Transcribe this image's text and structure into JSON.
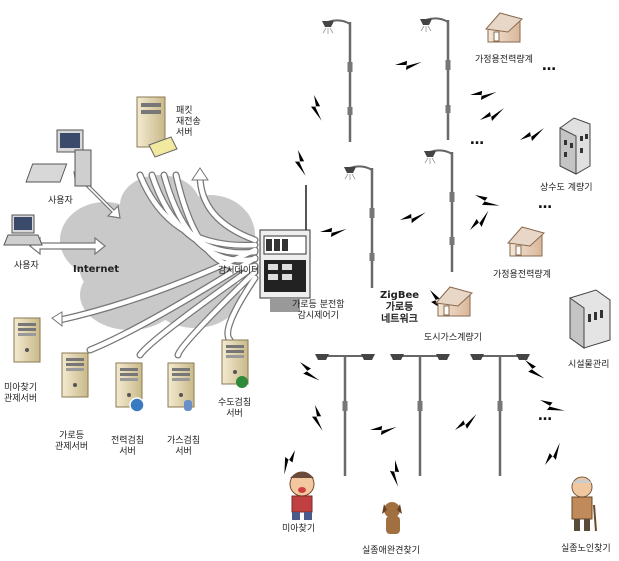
{
  "labels": {
    "packet_server": [
      "패킷",
      "재전송",
      "서버"
    ],
    "user1": "사용자",
    "user2": "사용자",
    "internet": "Internet",
    "monitor_data": "감시데이터",
    "controller": [
      "가로등 분전함",
      "감시제어기"
    ],
    "zigbee": [
      "ZigBee",
      "가로등",
      "네트워크"
    ],
    "missing_child_server": [
      "미아찾기",
      "관제서버"
    ],
    "streetlight_server": [
      "가로등",
      "관제서버"
    ],
    "power_server": [
      "전력검침",
      "서버"
    ],
    "gas_server": [
      "가스검침",
      "서버"
    ],
    "water_server": [
      "수도검침",
      "서버"
    ],
    "home_power_meter_top": "가정용전력량계",
    "water_meter": "상수도 계량기",
    "home_power_meter_mid": "가정용전력량계",
    "city_gas_meter": "도시가스계량기",
    "facility_mgmt": "시설물관리",
    "missing_child": "미아찾기",
    "lost_pet": "실종애완견찾기",
    "missing_elder": "실종노인찾기"
  },
  "ellipsis": "…",
  "colors": {
    "cloud": "#c9c9c9",
    "arrow_fill": "#ffffff",
    "arrow_stroke": "#666666",
    "server_body": "#e6d9b0",
    "pole": "#555555",
    "bolt": "#000000"
  }
}
